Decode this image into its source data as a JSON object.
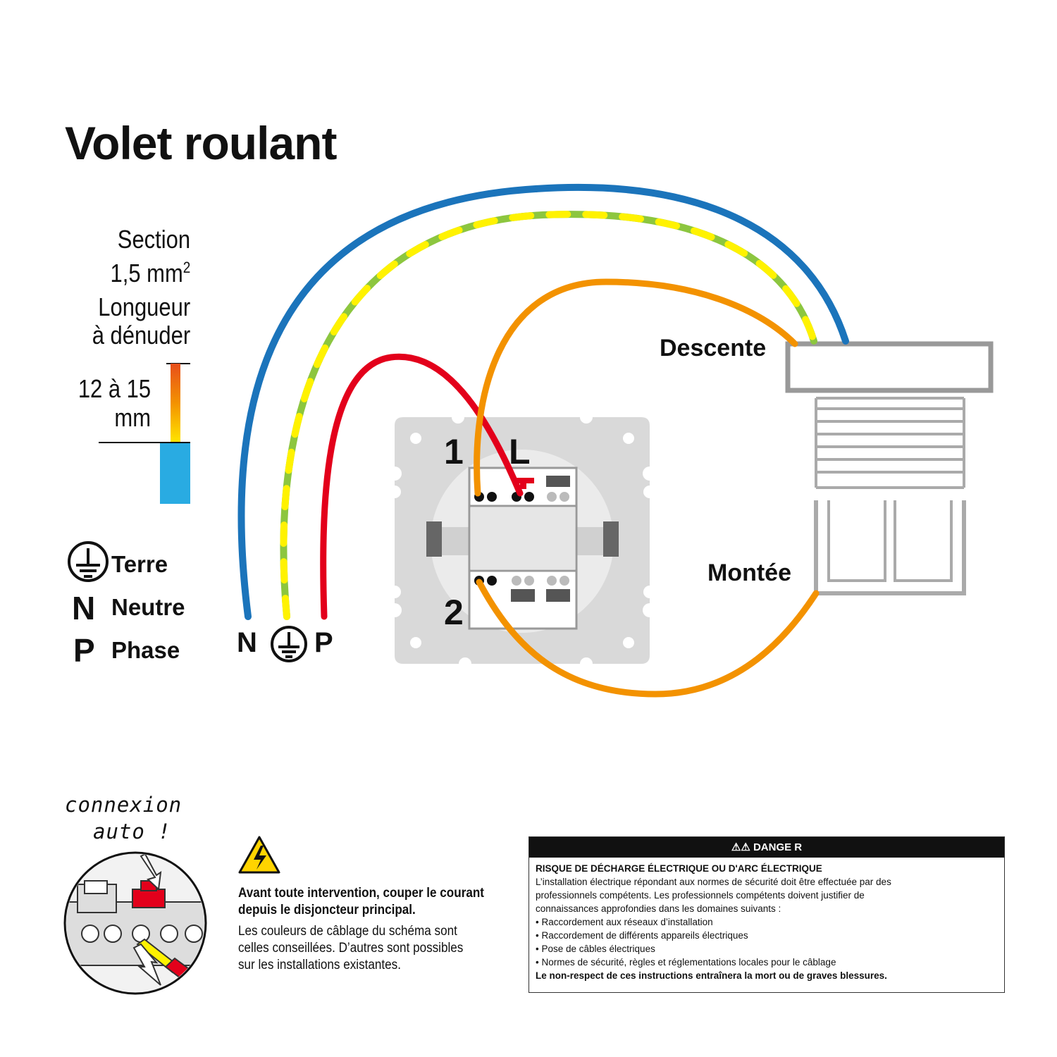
{
  "title": "Volet roulant",
  "section": {
    "line1": "Section",
    "line2_value": "1,5 mm",
    "line2_sup": "2"
  },
  "strip": {
    "line1": "Longueur",
    "line2": "à dénuder",
    "range_line1": "12 à 15",
    "range_line2": "mm"
  },
  "legend": [
    {
      "symbol": "earth-icon",
      "label": "Terre"
    },
    {
      "symbol": "N",
      "label": "Neutre"
    },
    {
      "symbol": "P",
      "label": "Phase"
    }
  ],
  "wire_labels": {
    "neutral": "N",
    "phase": "P"
  },
  "terminals": {
    "t1": "1",
    "tl": "L",
    "t2": "2"
  },
  "motor": {
    "down": "Descente",
    "up": "Montée"
  },
  "wire_colors": {
    "neutral": "#1b74bb",
    "earth_green": "#8cc63f",
    "earth_yellow": "#fff200",
    "phase": "#e3001b",
    "motor": "#f39200"
  },
  "auto_connect": {
    "line1": "connexion",
    "line2": "auto !"
  },
  "warning": {
    "bold": [
      "Avant toute intervention, couper le courant",
      "depuis le disjoncteur principal."
    ],
    "normal": [
      "Les couleurs de câblage du schéma sont",
      "celles conseillées. D’autres sont possibles",
      "sur les installations existantes."
    ]
  },
  "danger": {
    "header": "DANGE R",
    "title": "RISQUE DE DÉCHARGE ÉLECTRIQUE OU D'ARC ÉLECTRIQUE",
    "intro": [
      "L’installation électrique répondant aux normes de sécurité doit être effectuée par des",
      "professionnels compétents. Les professionnels compétents doivent justifier de",
      "connaissances approfondies dans les domaines suivants :"
    ],
    "items": [
      "• Raccordement aux réseaux d’installation",
      "• Raccordement de différents appareils électriques",
      "• Pose de câbles électriques",
      "• Normes de sécurité, règles et réglementations locales pour le câblage"
    ],
    "footer": "Le non-respect de ces instructions entraînera la mort ou de graves blessures."
  }
}
